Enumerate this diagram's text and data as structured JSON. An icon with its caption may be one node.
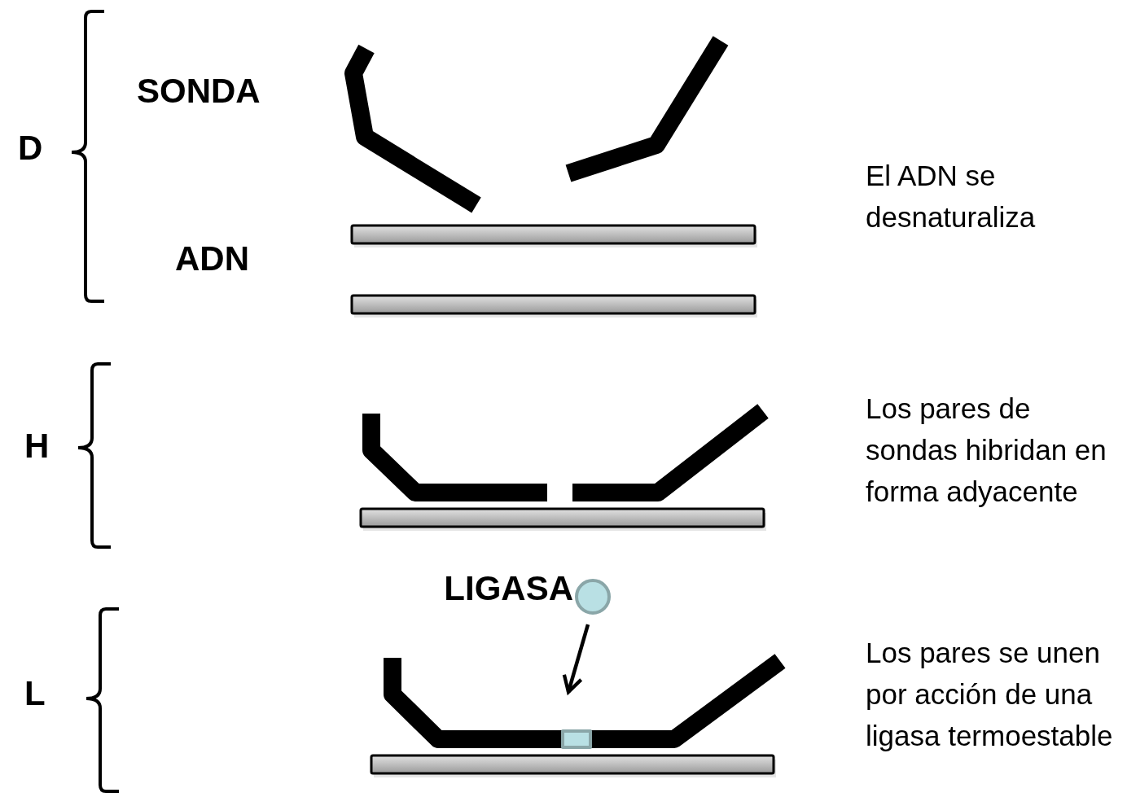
{
  "diagram": {
    "nodes": [
      {
        "text": [],
        "shape": "circle",
        "beside": [
          "LIGASA"
        ]
      },
      {
        "text": [],
        "shape": "box"
      }
    ],
    "edges": [
      {
        "from": 0,
        "to": 1,
        "arrow": "to"
      }
    ],
    "labels": [
      "D",
      "SONDA",
      "ADN",
      "El ADN se desnaturaliza",
      "H",
      "Los pares de sondas  hibridan en forma adyacente",
      "L",
      "Los pares  se unen por acción de una ligasa termoestable"
    ]
  }
}
